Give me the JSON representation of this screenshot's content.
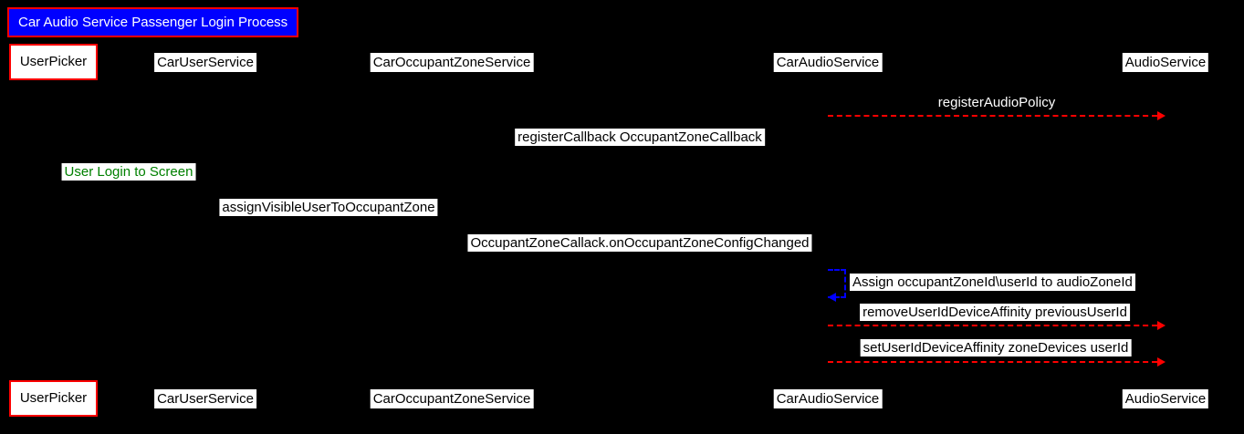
{
  "title": "Car Audio Service Passenger Login Process",
  "participants": [
    {
      "name": "UserPicker"
    },
    {
      "name": "CarUserService"
    },
    {
      "name": "CarOccupantZoneService"
    },
    {
      "name": "CarAudioService"
    },
    {
      "name": "AudioService"
    }
  ],
  "messages": [
    {
      "label": "registerAudioPolicy",
      "from": "CarAudioService",
      "to": "AudioService",
      "arrow": "red-dashed"
    },
    {
      "label": "registerCallback OccupantZoneCallback",
      "from": "CarAudioService",
      "to": "CarOccupantZoneService",
      "arrow": "black"
    },
    {
      "label": "User Login to Screen",
      "from": "UserPicker",
      "to": "CarUserService",
      "arrow": "black"
    },
    {
      "label": "assignVisibleUserToOccupantZone",
      "from": "CarUserService",
      "to": "CarOccupantZoneService",
      "arrow": "black"
    },
    {
      "label": "OccupantZoneCallack.onOccupantZoneConfigChanged",
      "from": "CarOccupantZoneService",
      "to": "CarAudioService",
      "arrow": "black"
    },
    {
      "label": "Assign occupantZoneId\\userId to audioZoneId",
      "from": "CarAudioService",
      "to": "CarAudioService",
      "arrow": "blue-dashed-self"
    },
    {
      "label": "removeUserIdDeviceAffinity previousUserId",
      "from": "CarAudioService",
      "to": "AudioService",
      "arrow": "red-dashed"
    },
    {
      "label": "setUserIdDeviceAffinity zoneDevices userId",
      "from": "CarAudioService",
      "to": "AudioService",
      "arrow": "red-dashed"
    }
  ],
  "colors": {
    "background": "#000000",
    "title_bg": "#0000ff",
    "title_border": "#ff0000",
    "participant_border": "#ff0000",
    "arrow_red": "#ff0000",
    "arrow_blue": "#0000ff",
    "green_text": "#008000"
  }
}
